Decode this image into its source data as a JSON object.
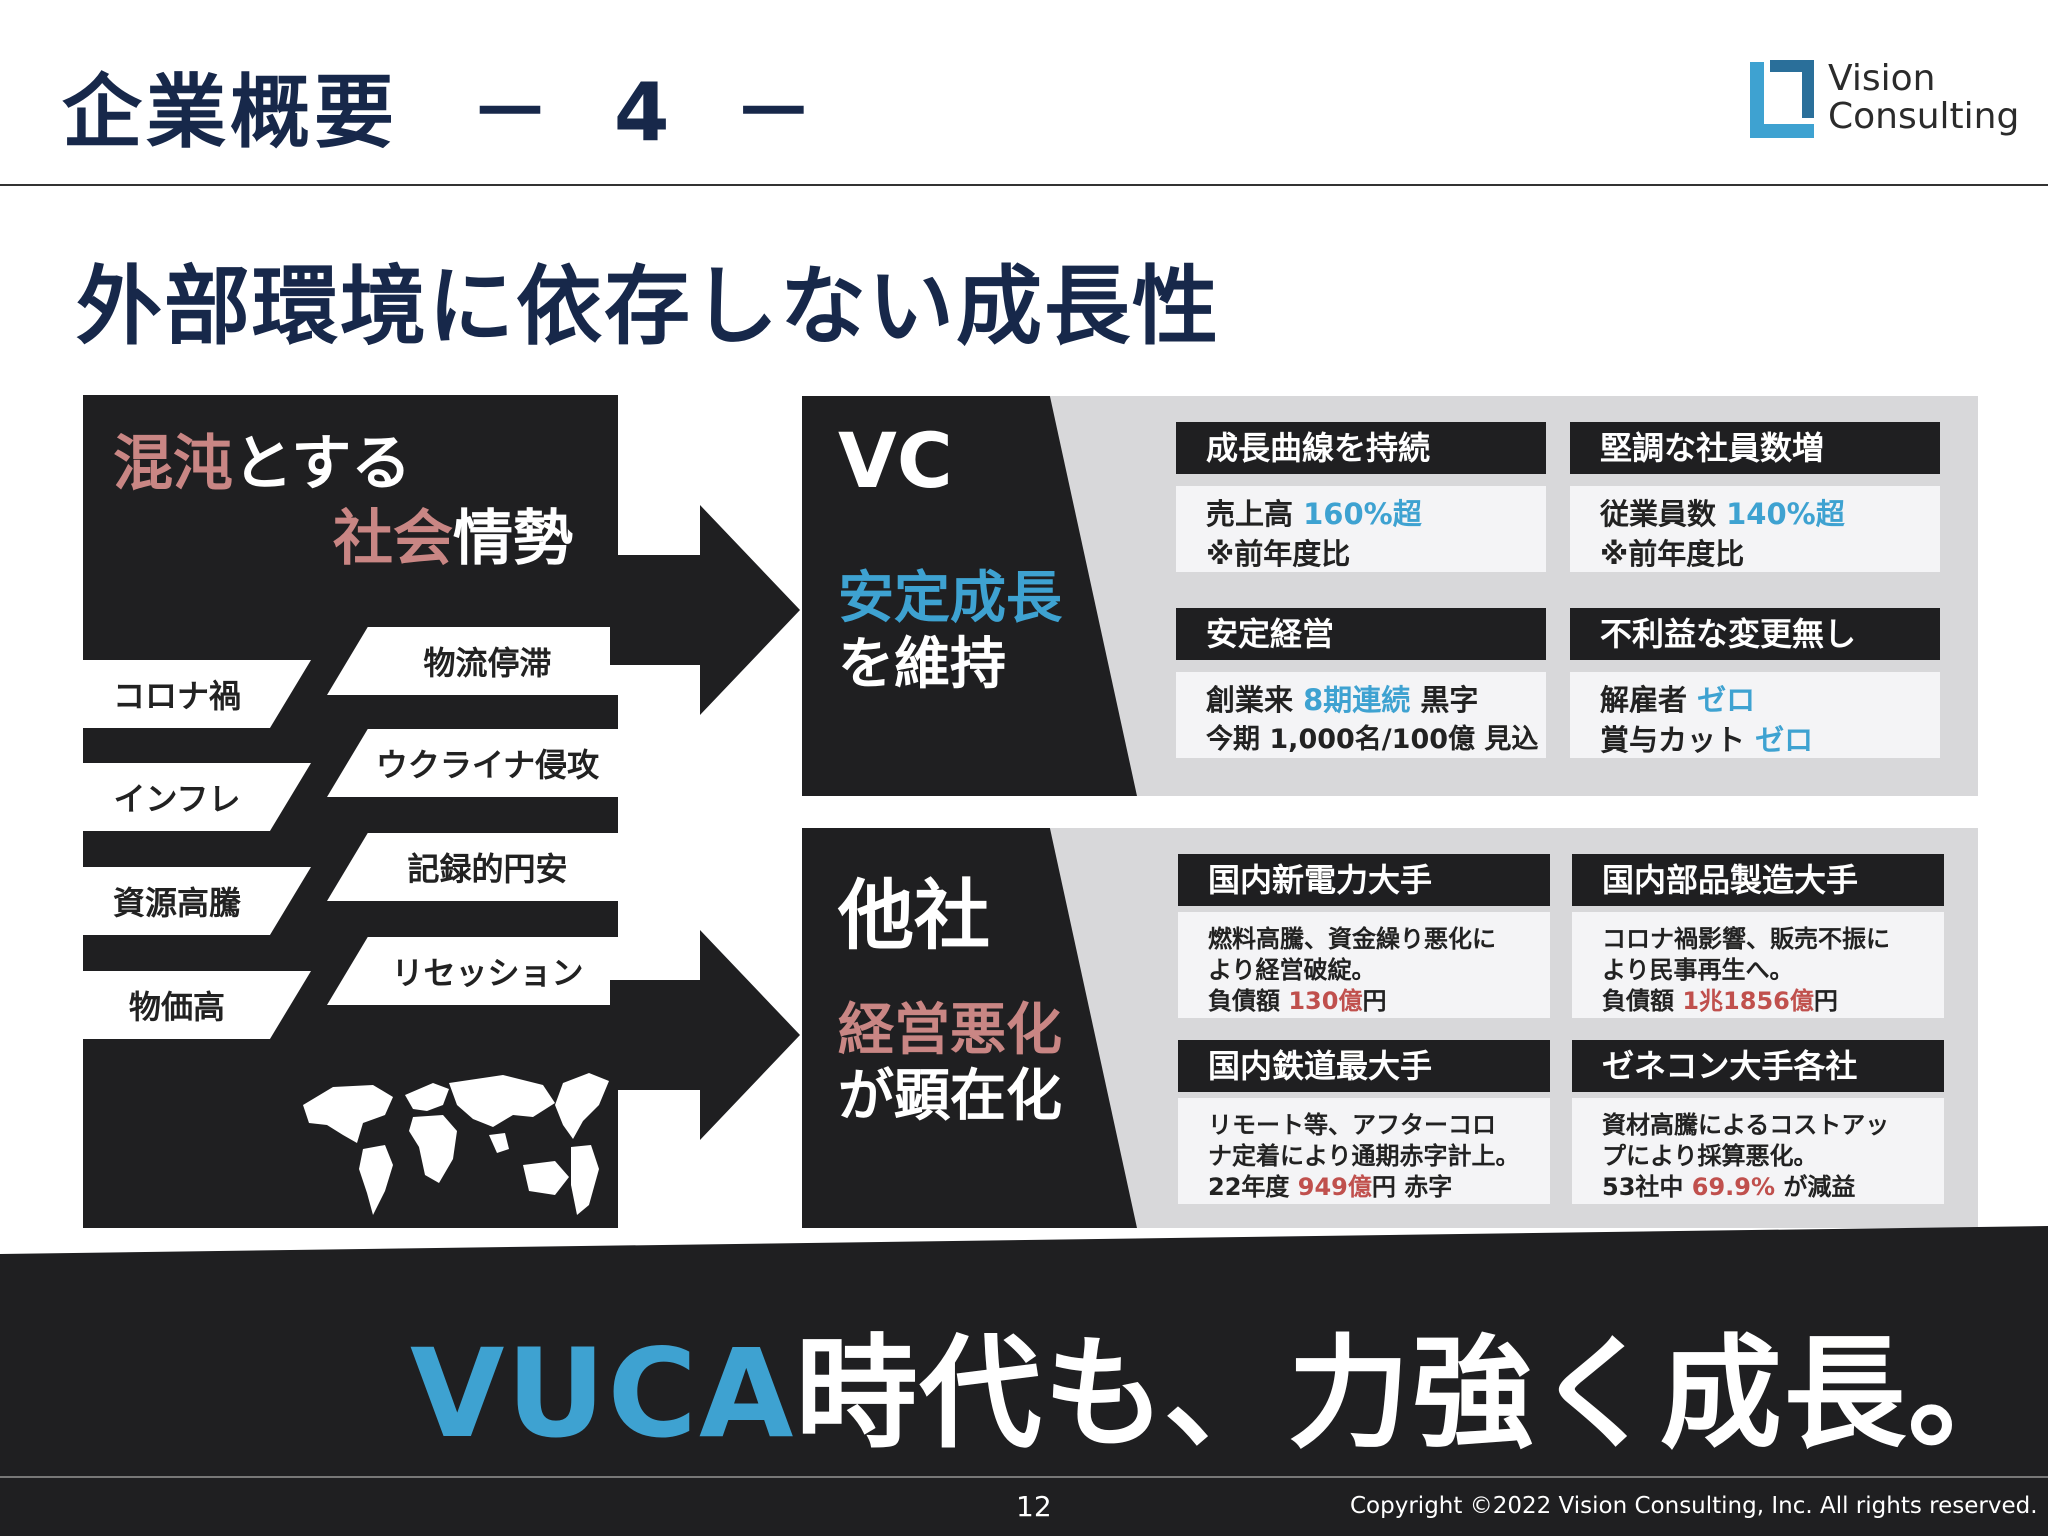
{
  "header": {
    "title": "企業概要",
    "number": "－ 4 －",
    "logo_line1": "Vision",
    "logo_line2": "Consulting"
  },
  "headline": "外部環境に依存しない成長性",
  "left_panel": {
    "chaos_1_accent": "混沌",
    "chaos_1_rest": "とする",
    "chaos_2_accent": "社会",
    "chaos_2_rest": "情勢",
    "left_tags": [
      "コロナ禍",
      "インフレ",
      "資源高騰",
      "物価高"
    ],
    "right_tags": [
      "物流停滞",
      "ウクライナ侵攻",
      "記録的円安",
      "リセッション"
    ]
  },
  "vc_panel": {
    "label": "VC",
    "subtitle_accent": "安定成長",
    "subtitle_rest": "を維持",
    "cards": [
      {
        "title": "成長曲線を持続",
        "l1a": "売上高 ",
        "l1b": "160%超",
        "l2": "※前年度比"
      },
      {
        "title": "堅調な社員数増",
        "l1a": "従業員数 ",
        "l1b": "140%超",
        "l2": "※前年度比"
      },
      {
        "title": "安定経営",
        "l1a": "創業来 ",
        "l1b": "8期連続",
        "l1c": " 黒字",
        "l2": "今期 1,000名/100億 見込"
      },
      {
        "title": "不利益な変更無し",
        "l1a": "解雇者 ",
        "l1b": "ゼロ",
        "l2a": "賞与カット ",
        "l2b": "ゼロ"
      }
    ]
  },
  "other_panel": {
    "label": "他社",
    "subtitle_accent": "経営悪化",
    "subtitle_rest": "が顕在化",
    "cards": [
      {
        "title": "国内新電力大手",
        "l1": "燃料高騰、資金繰り悪化に",
        "l2": "より経営破綻。",
        "l3a": "負債額 ",
        "l3b": "130億",
        "l3c": "円"
      },
      {
        "title": "国内部品製造大手",
        "l1": "コロナ禍影響、販売不振に",
        "l2": "より民事再生へ。",
        "l3a": "負債額 ",
        "l3b": "1兆1856億",
        "l3c": "円"
      },
      {
        "title": "国内鉄道最大手",
        "l1": "リモート等、アフターコロ",
        "l2": "ナ定着により通期赤字計上。",
        "l3a": "22年度 ",
        "l3b": "949億",
        "l3c": "円 赤字"
      },
      {
        "title": "ゼネコン大手各社",
        "l1": "資材高騰によるコストアッ",
        "l2": "プにより採算悪化。",
        "l3a": "53社中 ",
        "l3b": "69.9%",
        "l3c": " が減益"
      }
    ]
  },
  "slogan": {
    "accent": "VUCA",
    "rest": "時代も、力強く成長。"
  },
  "footer": {
    "page": "12",
    "copyright": "Copyright ©2022 Vision Consulting, Inc. All rights reserved."
  },
  "colors": {
    "dark": "#1f1f21",
    "navy": "#17284a",
    "blue": "#3ea2d1",
    "rose": "#c98684",
    "red": "#c0504d",
    "panel_gray": "#d8d8da"
  }
}
